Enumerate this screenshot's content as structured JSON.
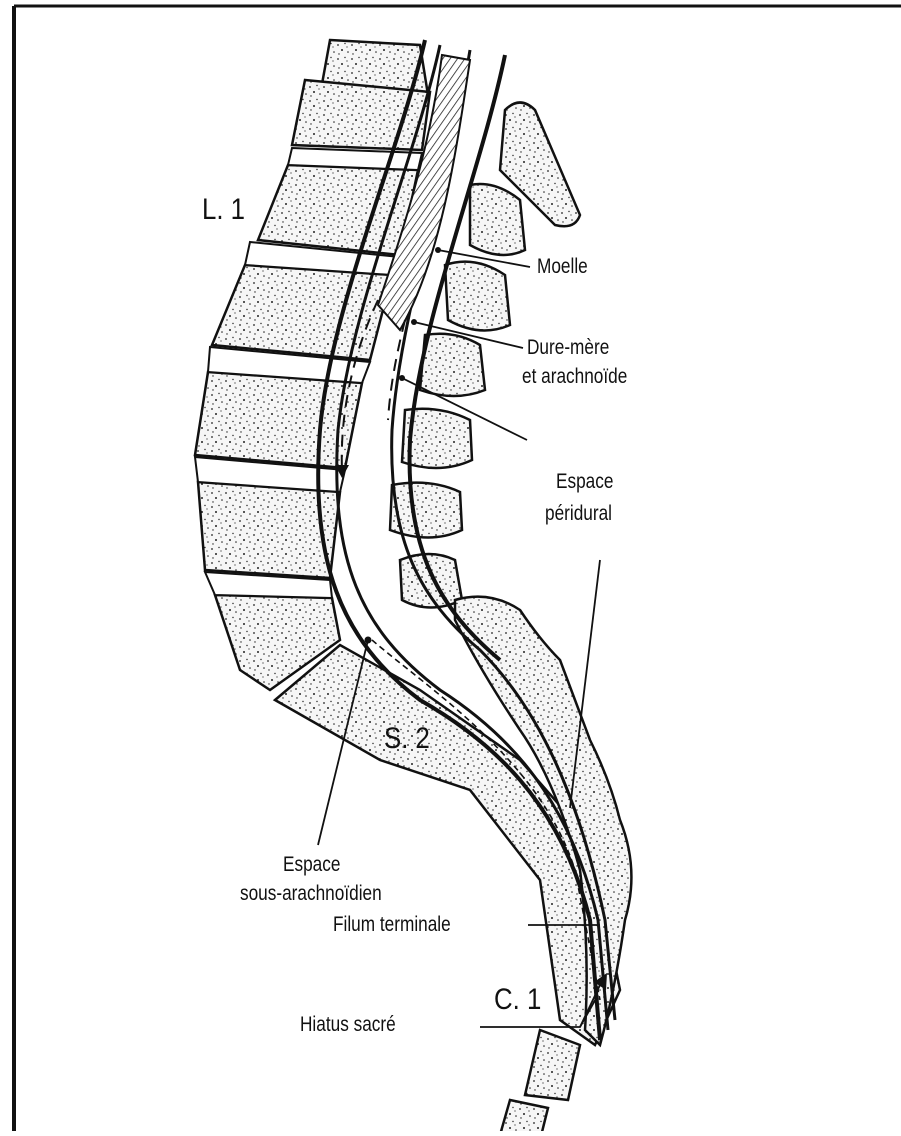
{
  "levels": {
    "l1": "L. 1",
    "s2": "S. 2",
    "c1": "C. 1"
  },
  "labels": {
    "moelle": "Moelle",
    "dure_mere_1": "Dure-mère",
    "dure_mere_2": "et arachnoïde",
    "espace_peridural_1": "Espace",
    "espace_peridural_2": "péridural",
    "espace_sous_arachnoidien_1": "Espace",
    "espace_sous_arachnoidien_2": "sous-arachnoïdien",
    "filum_terminale": "Filum terminale",
    "hiatus_sacre": "Hiatus sacré"
  },
  "colors": {
    "ink": "#111111",
    "paper": "#ffffff",
    "bone_fill": "#f4f4f4"
  }
}
